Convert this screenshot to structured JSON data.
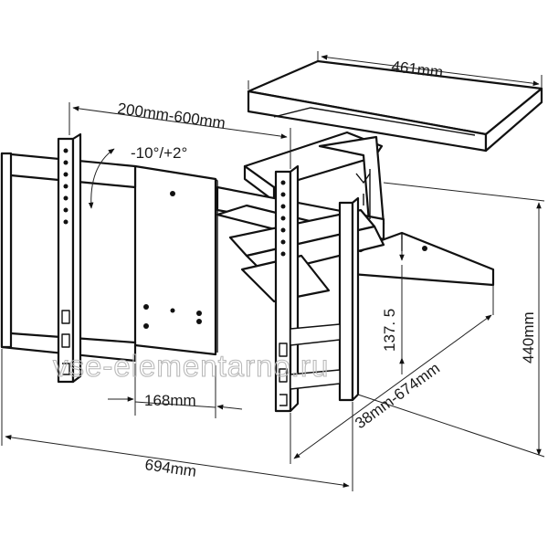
{
  "dimensions": {
    "shelf_width": "461mm",
    "arm_span": "200mm-600mm",
    "tilt": "-10°/+2°",
    "plate_width": "168mm",
    "offset_height": "137. 5",
    "total_height": "440mm",
    "extension": "38mm-674mm",
    "total_width": "694mm"
  },
  "watermark": "vse-elementarno.ru"
}
